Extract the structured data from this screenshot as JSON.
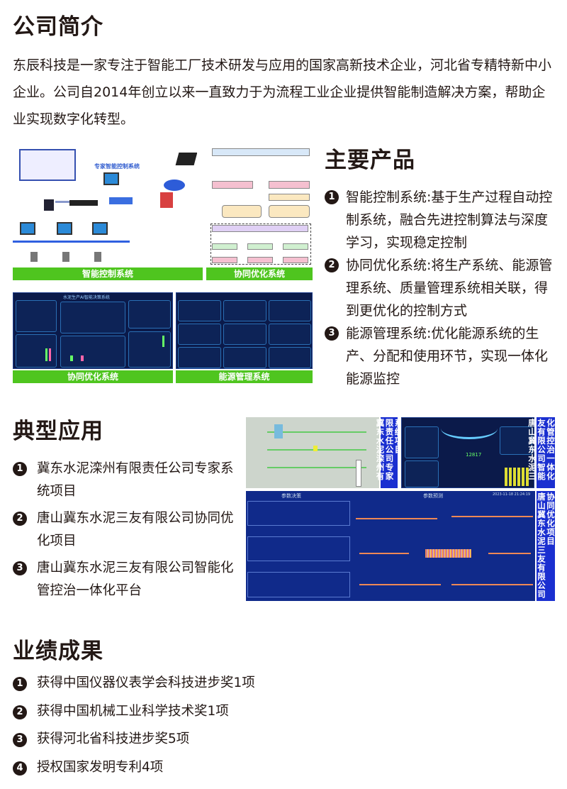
{
  "intro": {
    "title": "公司简介",
    "text": "东辰科技是一家专注于智能工厂技术研发与应用的国家高新技术企业，河北省专精特新中小企业。公司自2014年创立以来一直致力于为流程工业企业提供智能制造解决方案，帮助企业实现数字化转型。"
  },
  "figures": {
    "smart_control": "智能控制系统",
    "expert_system": "专家智能控制系统",
    "collab_opt": "协同优化系统",
    "collab_opt2": "协同优化系统",
    "energy": "能源管理系统",
    "dashboard_title": "水泥生产AI智能决策系统"
  },
  "products": {
    "title": "主要产品",
    "items": [
      {
        "num": "1",
        "text": "智能控制系统:基于生产过程自动控制系统，融合先进控制算法与深度学习，实现稳定控制"
      },
      {
        "num": "2",
        "text": "协同优化系统:将生产系统、能源管理系统、质量管理系统相关联，得到更优化的控制方式"
      },
      {
        "num": "3",
        "text": "能源管理系统:优化能源系统的生产、分配和使用环节，实现一体化能源监控"
      }
    ]
  },
  "applications": {
    "title": "典型应用",
    "items": [
      {
        "num": "1",
        "text": "冀东水泥滦州有限责任公司专家系统项目"
      },
      {
        "num": "2",
        "text": "唐山冀东水泥三友有限公司协同优化项目"
      },
      {
        "num": "3",
        "text": "唐山冀东水泥三友有限公司智能化管控治一体化平台"
      }
    ],
    "labels": [
      "冀东水泥滦州有限责任公司专家系统项目",
      "唐山冀东水泥三友有限公司智能化管控治一体化平台",
      "唐山冀东水泥三友有限公司协同优化项目"
    ],
    "dash_left": "参数决策",
    "dash_right": "参数预测",
    "dash_time": "2023-11-18 21:24:19"
  },
  "achievements": {
    "title": "业绩成果",
    "items": [
      {
        "num": "1",
        "text": "获得中国仪器仪表学会科技进步奖1项"
      },
      {
        "num": "2",
        "text": "获得中国机械工业科学技术奖1项"
      },
      {
        "num": "3",
        "text": "获得河北省科技进步奖5项"
      },
      {
        "num": "4",
        "text": "授权国家发明专利4项"
      }
    ]
  }
}
